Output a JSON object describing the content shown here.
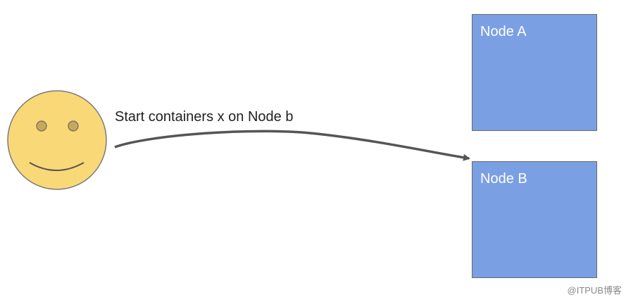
{
  "diagram": {
    "arrow_label": "Start containers x on Node b",
    "nodes": [
      {
        "label": "Node A"
      },
      {
        "label": "Node B"
      }
    ],
    "colors": {
      "node_fill": "#7aa0e3",
      "face_fill": "#f9d877",
      "arrow": "#555555"
    },
    "user_icon": "smiley-face-icon"
  },
  "watermark": "@ITPUB博客"
}
